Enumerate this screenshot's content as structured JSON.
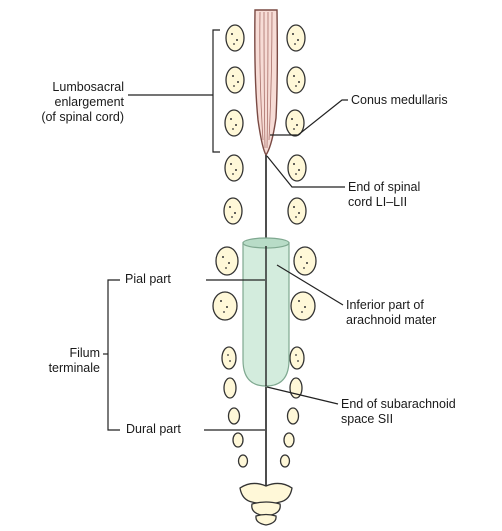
{
  "labels": {
    "lumbosacral_1": "Lumbosacral",
    "lumbosacral_2": "enlargement",
    "lumbosacral_3": "(of spinal cord)",
    "conus": "Conus medullaris",
    "end_cord_1": "End of spinal",
    "end_cord_2": "cord LI–LII",
    "pial": "Pial part",
    "inferior_1": "Inferior part of",
    "inferior_2": "arachnoid mater",
    "filum_1": "Filum",
    "filum_2": "terminale",
    "end_sub_1": "End of subarachnoid",
    "end_sub_2": "space SII",
    "dural": "Dural part"
  },
  "colors": {
    "cord_fill": "#f7dcd6",
    "cord_stroke": "#7a4a44",
    "sac_fill": "#d3ecdd",
    "sac_rim": "#b8dcc7",
    "vertebra_fill": "#fff8d8",
    "line": "#222222"
  }
}
